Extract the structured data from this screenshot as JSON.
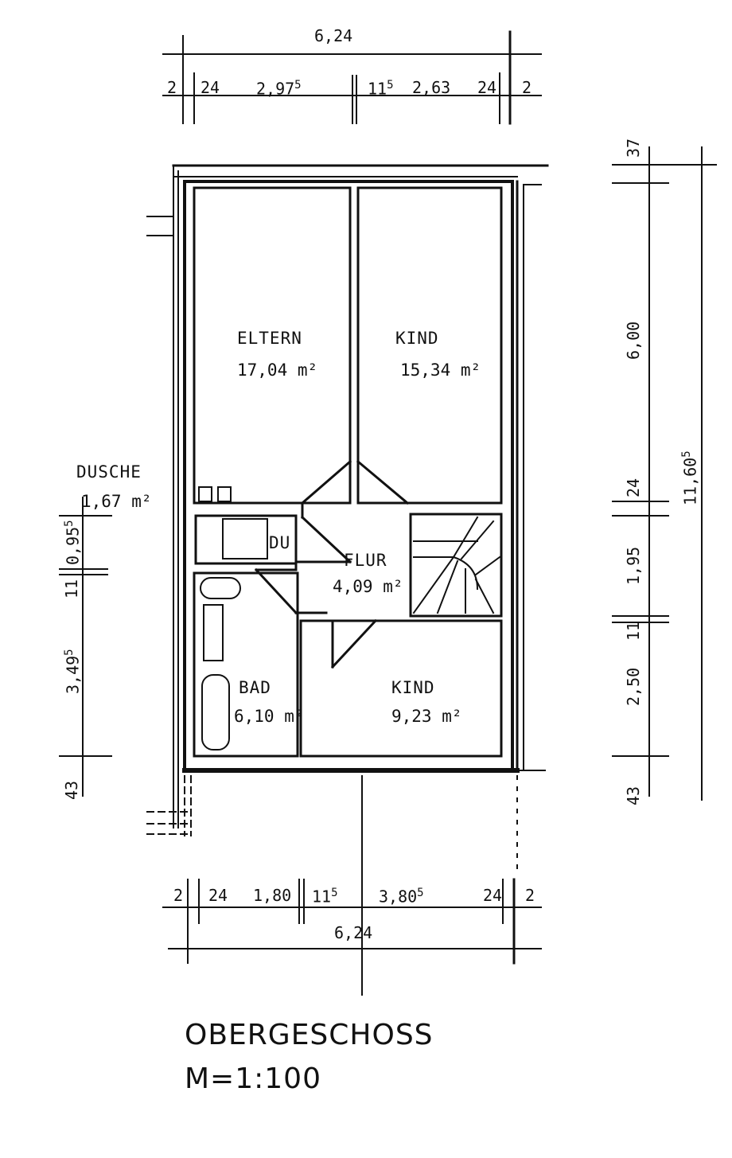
{
  "title": "OBERGESCHOSS",
  "scale": "M=1:100",
  "rooms": {
    "eltern": {
      "name": "ELTERN",
      "area": "17,04 m²"
    },
    "kind1": {
      "name": "KIND",
      "area": "15,34 m²"
    },
    "kind2": {
      "name": "KIND",
      "area": "9,23 m²"
    },
    "flur": {
      "name": "FLUR",
      "area": "4,09 m²"
    },
    "bad": {
      "name": "BAD",
      "area": "6,10 m²"
    },
    "du": {
      "name": "DU"
    },
    "dusche": {
      "name": "DUSCHE",
      "area": "1,67 m²"
    }
  },
  "dims_top": {
    "total": "6,24",
    "a": "2",
    "b": "24",
    "c": "2,97",
    "c_sup": "5",
    "d": "11",
    "d_sup": "5",
    "e": "2,63",
    "f": "24",
    "g": "2"
  },
  "dims_bottom": {
    "total": "6,24",
    "a": "2",
    "b": "24",
    "c": "1,80",
    "d": "11",
    "d_sup": "5",
    "e": "3,80",
    "e_sup": "5",
    "f": "24",
    "g": "2"
  },
  "dims_right": {
    "a": "37",
    "b": "6,00",
    "c": "24",
    "d": "1,95",
    "e": "11",
    "f": "2,50",
    "g": "43",
    "total": "11,60",
    "total_sup": "5"
  },
  "dims_left": {
    "a": "0,95",
    "a_sup": "5",
    "b": "11",
    "c": "3,49",
    "c_sup": "5",
    "d": "43"
  }
}
